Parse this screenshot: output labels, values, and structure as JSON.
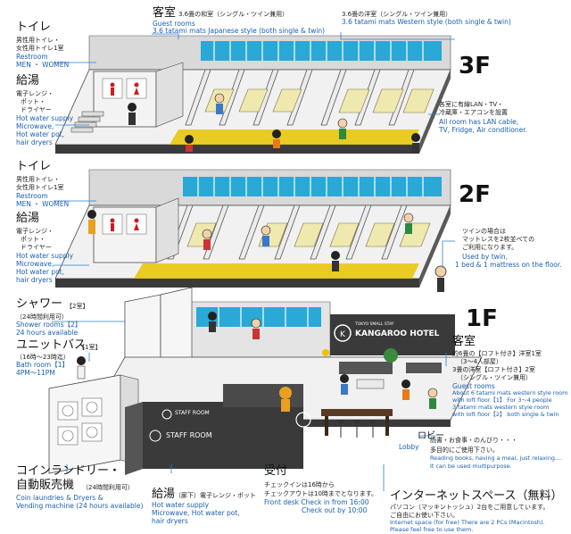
{
  "colors": {
    "wall": "#e6e6e6",
    "dark": "#2b2b2b",
    "window": "#2aa8d8",
    "floor_yellow": "#e8c400",
    "leader": "#2a7fd6",
    "text_en": "#1a5fb4",
    "bed": "#efe9b0",
    "wc_red": "#d11a1a"
  },
  "floors": {
    "f3": "3F",
    "f2": "2F",
    "f1": "1F"
  },
  "top": {
    "rooms_jp": "客室",
    "rooms_jp_sub": "3.6畳の和室（シングル・ツイン兼用）",
    "rooms_en1": "Guest rooms",
    "rooms_en2": "3.6 tatami mats Japanese style (both single & twin)",
    "western_jp": "3.6畳の洋室（シングル・ツイン兼用）",
    "western_en": "3.6 tatami mats Western style (both single & twin)"
  },
  "f3_left": {
    "toilet_jp": "トイレ",
    "toilet_l1": "男性用トイレ・",
    "toilet_l2": "女性用トイレ1室",
    "toilet_en1": "Restroom",
    "toilet_en2": "MEN ・ WOMEN",
    "kyuto_jp": "給湯",
    "kyuto_l1": "電子レンジ・",
    "kyuto_l2": "ポット・",
    "kyuto_l3": "ドライヤー",
    "kyuto_en1": "Hot water supply",
    "kyuto_en2": "Microwave,",
    "kyuto_en3": "Hot water pot,",
    "kyuto_en4": "hair dryers"
  },
  "f3_right": {
    "jp1": "各室に有線LAN・TV・",
    "jp2": "冷蔵庫・エアコンを設置",
    "en1": "All room has LAN cable,",
    "en2": "TV, Fridge, Air conditioner."
  },
  "f2_left": {
    "toilet_jp": "トイレ",
    "toilet_l1": "男性用トイレ・",
    "toilet_l2": "女性用トイレ1室",
    "toilet_en1": "Restroom",
    "toilet_en2": "MEN ・ WOMEN",
    "kyuto_jp": "給湯",
    "kyuto_l1": "電子レンジ・",
    "kyuto_l2": "ポット・",
    "kyuto_l3": "ドライヤー",
    "kyuto_en1": "Hot water supply",
    "kyuto_en2": "Microwave,",
    "kyuto_en3": "Hot water pot,",
    "kyuto_en4": "hair dryers"
  },
  "f2_right": {
    "jp1": "ツインの場合は",
    "jp2": "マットレスを2枚並べての",
    "jp3": "ご利用になります。",
    "en1": "Used by twin,",
    "en2": "1 bed & 1 mattress on the floor."
  },
  "f1_left": {
    "shower_jp": "シャワー",
    "shower_count": "【2室】",
    "shower_hours_jp": "（24時間利用可）",
    "shower_en1": "Shower rooms【2】",
    "shower_en2": "24 hours available",
    "unit_jp": "ユニットバス",
    "unit_count": "【1室】",
    "unit_hours_jp": "（16時～23時迄）",
    "unit_en1": "Bath room【1】",
    "unit_en2": "4PM～11PM"
  },
  "f1_right": {
    "jp_h": "客室",
    "jp1": "約6畳の【ロフト付き】洋室1室",
    "jp2": "（3～4人部屋）",
    "jp3": "3畳の洋室【ロフト付き】2室",
    "jp4": "（シングル・ツイン兼用）",
    "en1": "Guest rooms",
    "en2": "About 6 tatami mats western style room",
    "en3": "with loft floor【1】 For 3～4 people",
    "en4": "3 tatami mats western style room",
    "en5": "with loft floor【2】 both single & twin"
  },
  "hotel_sign": {
    "small": "TOKYO SMALL STAY",
    "name": "KANGAROO HOTEL",
    "staff1": "STAFF ROOM",
    "staff2": "STAFF ROOM"
  },
  "lobby": {
    "jp_h": "ロビー",
    "jp1": "読書・お食事・のんびり・・・",
    "jp2": "多目的にご使用下さい。",
    "en_h": "Lobby",
    "en1": "Reading books, having a meal, just relaxing....",
    "en2": "It can be used multipurpose."
  },
  "bottom": {
    "coin_jp1": "コインランドリー・",
    "coin_jp2": "自動販売機",
    "coin_hours": "（24時間利用可）",
    "coin_en1": "Coin laundries & Dryers &",
    "coin_en2": "Vending machine (24 hours available)",
    "kyuto_jp": "給湯",
    "kyuto_sub": "（廊下）電子レンジ・ポット",
    "kyuto_en1": "Hot water supply",
    "kyuto_en2": "Microwave, Hot water pot,",
    "kyuto_en3": "hair dryers",
    "front_jp": "受付",
    "front_jp1": "チェックインは16時から",
    "front_jp2": "チェックアウトは10時までとなります。",
    "front_en1": "Front desk Check in from 16:00",
    "front_en2": "Check out by 10:00",
    "net_jp": "インターネットスペース（無料）",
    "net_jp1": "パソコン（マッキントッシュ）2台をご用意しています。",
    "net_jp2": "ご自由にお使い下さい。",
    "net_en1": "Internet space (for free) There are 2 PCs (Macintosh).",
    "net_en2": "Please feel free to use them."
  }
}
